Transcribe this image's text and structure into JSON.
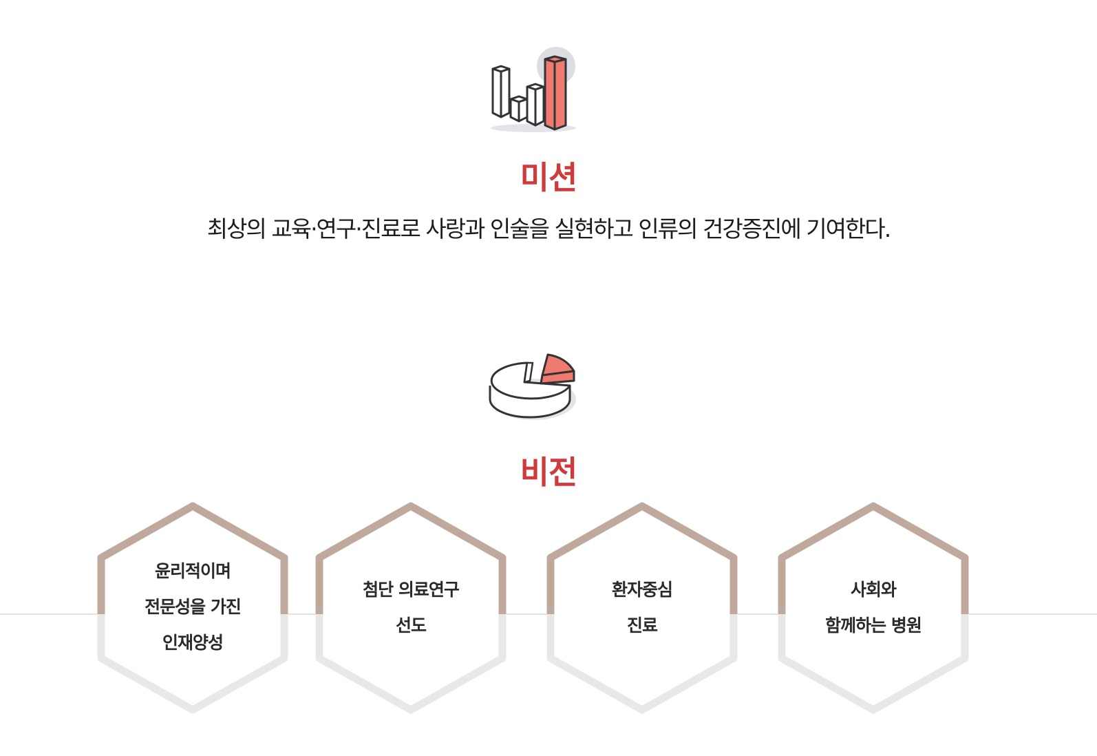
{
  "mission": {
    "icon": "bar-chart-icon",
    "title": "미션",
    "text": "최상의 교육·연구·진료로 사랑과 인술을 실현하고 인류의 건강증진에 기여한다."
  },
  "vision": {
    "icon": "pie-chart-icon",
    "title": "비전",
    "items": [
      {
        "lines": [
          "윤리적이며",
          "전문성을 가진",
          "인재양성"
        ]
      },
      {
        "lines": [
          "첨단 의료연구",
          "선도"
        ]
      },
      {
        "lines": [
          "환자중심",
          "진료"
        ]
      },
      {
        "lines": [
          "사회와",
          "함께하는 병원"
        ]
      }
    ]
  },
  "colors": {
    "accent_red": "#d13a3a",
    "icon_fill": "#ef7b70",
    "hex_border_top": "#bfa99c",
    "hex_border_bottom": "#e8e8e8",
    "divider": "#e4e4e4"
  }
}
